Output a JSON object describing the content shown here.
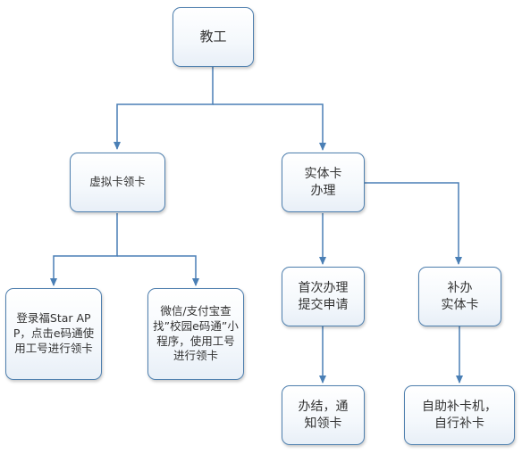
{
  "diagram": {
    "root": "教工",
    "virtual_card": "虚拟卡领卡",
    "physical_card": "实体卡\n办理",
    "virtual_method_app": "登录福Star APP，点击e码通使用工号进行领卡",
    "virtual_method_wechat": "微信/支付宝查找”校园e码通”小程序，使用工号进行领卡",
    "first_apply": "首次办理\n提交申请",
    "reissue": "补办\n实体卡",
    "first_result": "办结，通知领卡",
    "reissue_result": "自助补卡机，\n自行补卡"
  },
  "colors": {
    "line": "#4a7fb5",
    "border": "#4e7fae",
    "text": "#333333"
  }
}
